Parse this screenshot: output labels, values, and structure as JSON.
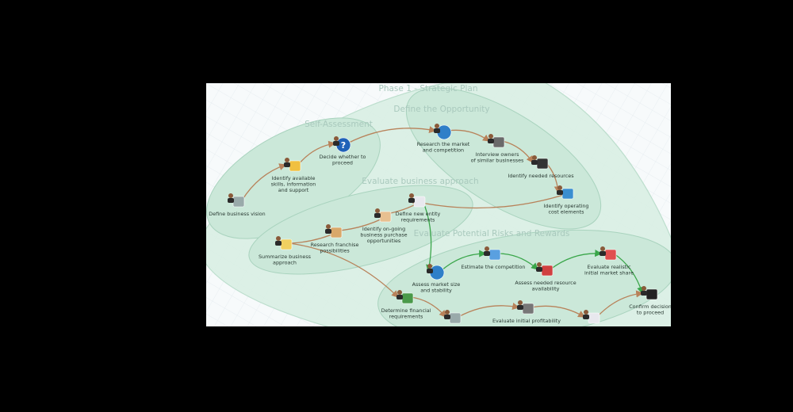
{
  "groups": [
    {
      "label": "Phase 1 - Strategic Plan"
    },
    {
      "label": "Define the Opportunity"
    },
    {
      "label": "Self-Assessment"
    },
    {
      "label": "Evaluate business approach"
    },
    {
      "label": "Evaluate Potential Risks and Rewards"
    }
  ],
  "nodes": [
    {
      "label": [
        "Define business vision"
      ],
      "icon": "person-icon"
    },
    {
      "label": [
        "Identify available",
        "skills, information",
        "and support"
      ],
      "icon": "team-icon"
    },
    {
      "label": [
        "Decide whether to",
        "proceed"
      ],
      "icon": "question-icon"
    },
    {
      "label": [
        "Research the market",
        "and competition"
      ],
      "icon": "globe-icon"
    },
    {
      "label": [
        "Interview owners",
        "of similar businesses"
      ],
      "icon": "meeting-icon"
    },
    {
      "label": [
        "Identify needed resources"
      ],
      "icon": "binoculars-icon"
    },
    {
      "label": [
        "Identify operating",
        "cost elements"
      ],
      "icon": "search-icon"
    },
    {
      "label": [
        "Define new entity",
        "requirements"
      ],
      "icon": "document-icon"
    },
    {
      "label": [
        "Identify on-going",
        "business purchase",
        "opportunities"
      ],
      "icon": "handshake-icon"
    },
    {
      "label": [
        "Research franchise",
        "possibilities"
      ],
      "icon": "box-icon"
    },
    {
      "label": [
        "Summarize business",
        "approach"
      ],
      "icon": "folder-icon"
    },
    {
      "label": [
        "Assess market size",
        "and stability"
      ],
      "icon": "globe-icon"
    },
    {
      "label": [
        "Estimate the competition"
      ],
      "icon": "notebook-icon"
    },
    {
      "label": [
        "Assess needed resource",
        "availability"
      ],
      "icon": "people-icon"
    },
    {
      "label": [
        "Evaluate realistic",
        "initial market share"
      ],
      "icon": "chart-icon"
    },
    {
      "label": [
        "Confirm decision",
        "to proceed"
      ],
      "icon": "checkered-flag-icon"
    },
    {
      "label": [
        "Determine financial",
        "requirements"
      ],
      "icon": "money-icon"
    },
    {
      "label": [],
      "icon": "person-icon"
    },
    {
      "label": [
        "Evaluate initial profitability"
      ],
      "icon": "calculator-icon"
    },
    {
      "label": [],
      "icon": "document-icon"
    }
  ],
  "edges": [
    {
      "from": 0,
      "to": 1,
      "type": "orange"
    },
    {
      "from": 1,
      "to": 2,
      "type": "orange"
    },
    {
      "from": 2,
      "to": 3,
      "type": "orange"
    },
    {
      "from": 3,
      "to": 4,
      "type": "orange"
    },
    {
      "from": 4,
      "to": 5,
      "type": "orange"
    },
    {
      "from": 5,
      "to": 6,
      "type": "orange"
    },
    {
      "from": 6,
      "to": 7,
      "type": "orange"
    },
    {
      "from": 7,
      "to": 8,
      "type": "orange"
    },
    {
      "from": 8,
      "to": 9,
      "type": "orange"
    },
    {
      "from": 9,
      "to": 10,
      "type": "orange"
    },
    {
      "from": 10,
      "to": 16,
      "type": "orange"
    },
    {
      "from": 16,
      "to": 17,
      "type": "orange"
    },
    {
      "from": 17,
      "to": 18,
      "type": "orange"
    },
    {
      "from": 18,
      "to": 19,
      "type": "orange"
    },
    {
      "from": 19,
      "to": 15,
      "type": "orange"
    },
    {
      "from": 7,
      "to": 11,
      "type": "green"
    },
    {
      "from": 11,
      "to": 12,
      "type": "green"
    },
    {
      "from": 12,
      "to": 13,
      "type": "green"
    },
    {
      "from": 13,
      "to": 14,
      "type": "green"
    },
    {
      "from": 14,
      "to": 15,
      "type": "green"
    }
  ],
  "colors": {
    "orange": "#b8825a",
    "green": "#3aa64a",
    "blob": "#cfe9dc",
    "blob_stroke": "#a9d3be",
    "group_text": "#a9c9bd"
  }
}
